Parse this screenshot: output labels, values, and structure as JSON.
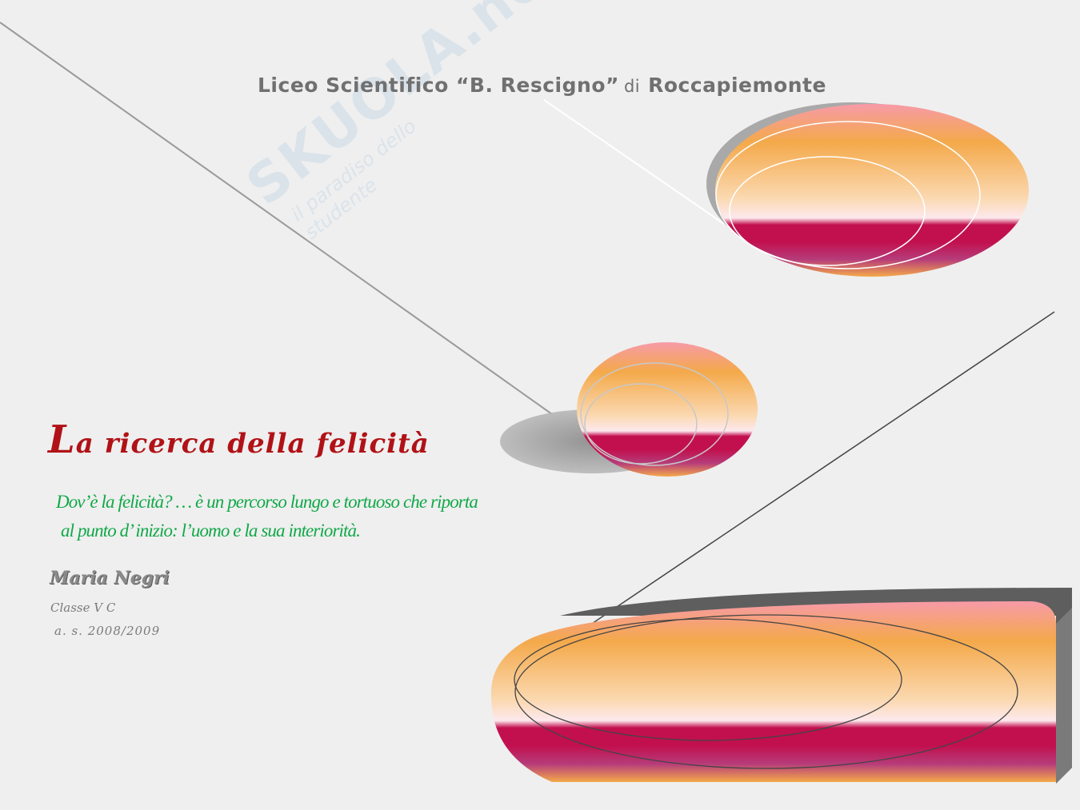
{
  "header": {
    "school": "Liceo Scientifico “B. Rescigno”",
    "connector": "di",
    "place": "Roccapiemonte"
  },
  "title": {
    "first_letter": "L",
    "rest": "a ricerca della felicità"
  },
  "subtitle": {
    "line1": "Dov’è la felicità? … è un percorso lungo e tortuoso che riporta",
    "line2": "al punto d’ inizio: l’uomo e la sua interiorità."
  },
  "author": {
    "name": "Maria Negri",
    "class": "Classe V C",
    "year": "a.  s.  2008/2009"
  },
  "watermark": {
    "brand": "SKUOLA.net",
    "tagline": "il paradiso dello studente"
  },
  "colors": {
    "title": "#b01217",
    "subtitle": "#10a848",
    "header": "#707070",
    "orange": "#f4a94a",
    "magenta": "#c2104e",
    "pink": "#f7c0c8"
  }
}
